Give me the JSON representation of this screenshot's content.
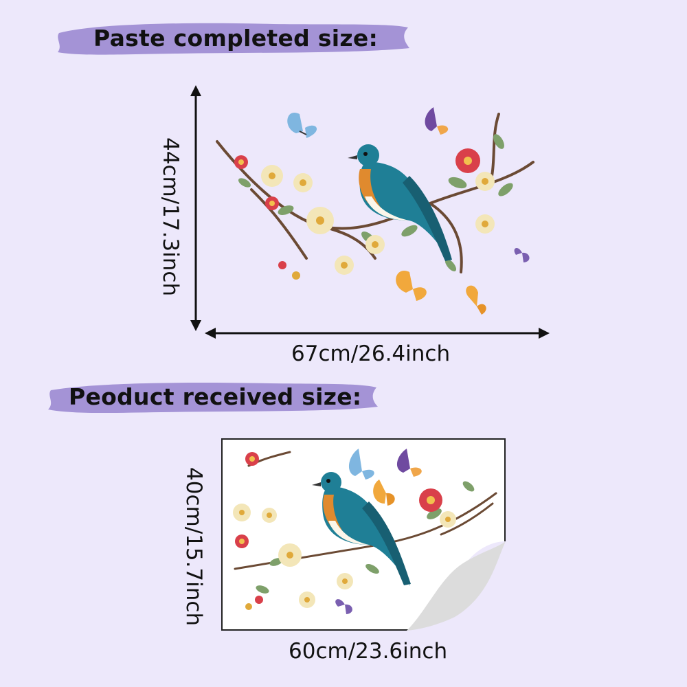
{
  "sections": {
    "pasted": {
      "heading": "Paste completed size:",
      "height_label": "44cm/17.3inch",
      "width_label": "67cm/26.4inch"
    },
    "received": {
      "heading": "Peoduct received size:",
      "height_label": "40cm/15.7inch",
      "width_label": "60cm/23.6inch"
    }
  },
  "colors": {
    "background": "#ede8fb",
    "banner": "#a493d6",
    "bird_teal": "#1f7f96",
    "bird_orange": "#e08a2e",
    "flower_red": "#d9404a",
    "flower_cream": "#f3e6b8",
    "leaf_green": "#7ea06a",
    "branch": "#6b4a34"
  },
  "icons": [
    "bird-icon",
    "butterfly-icon",
    "flower-icon",
    "arrow-icon"
  ]
}
